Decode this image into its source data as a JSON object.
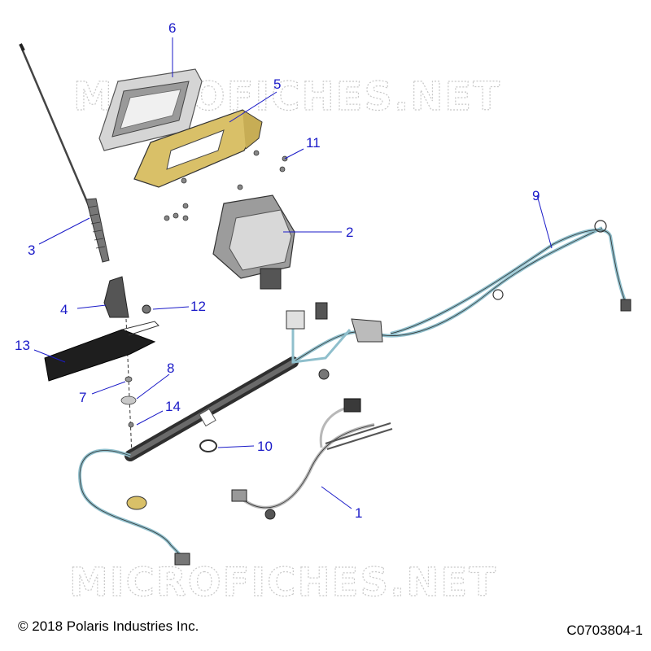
{
  "watermark_text": "MICROFICHES.NET",
  "callouts": {
    "c1": "1",
    "c2": "2",
    "c3": "3",
    "c4": "4",
    "c5": "5",
    "c6": "6",
    "c7": "7",
    "c8": "8",
    "c9": "9",
    "c10": "10",
    "c11": "11",
    "c12": "12",
    "c13": "13",
    "c14": "14"
  },
  "footer": {
    "copyright": "© 2018 Polaris Industries Inc.",
    "diagram_code": "C0703804-1"
  },
  "colors": {
    "callout": "#1a1ac8",
    "harness_blue": "#8fbfcc",
    "bracket_yellow": "#d9c068",
    "part_gray": "#b8b8b8",
    "dark": "#2a2a2a"
  }
}
